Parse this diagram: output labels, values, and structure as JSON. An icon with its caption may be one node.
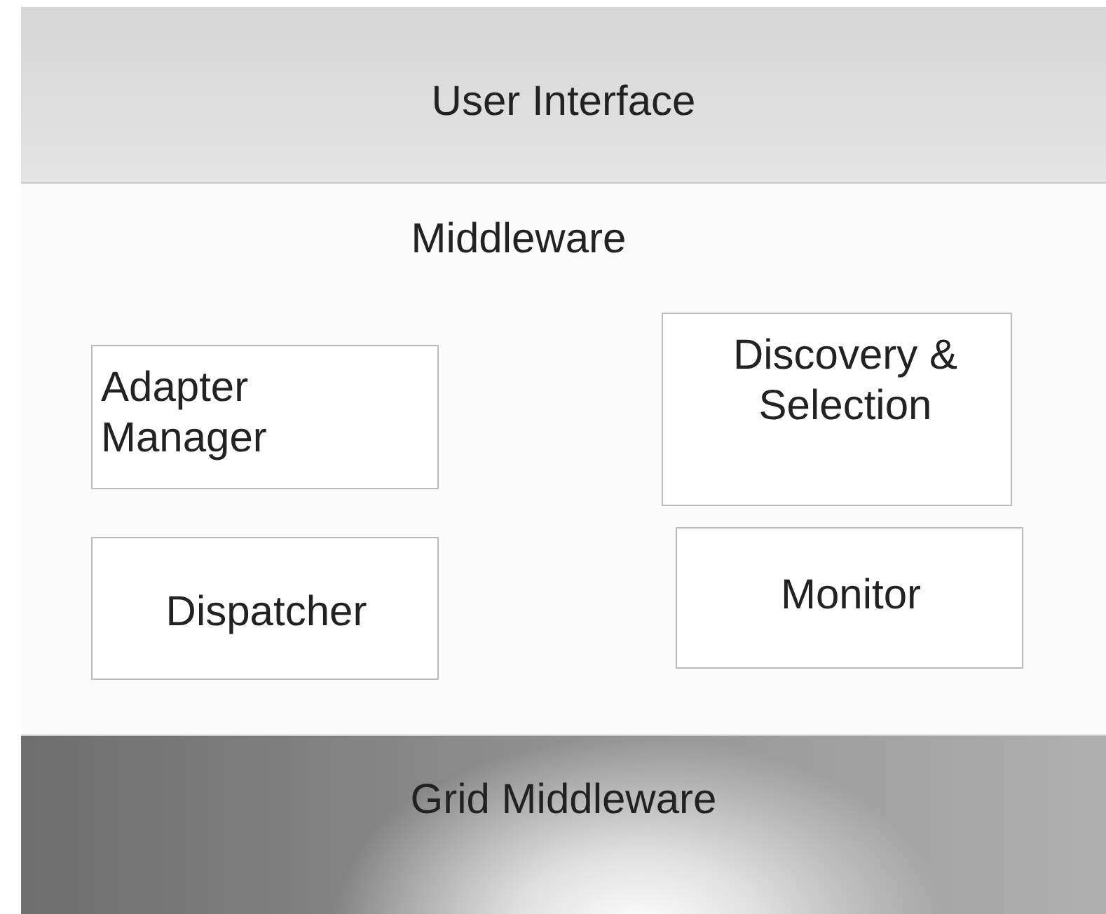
{
  "diagram": {
    "nodes": [
      {
        "text": [
          "User Interface"
        ]
      },
      {
        "text": [
          "Middleware"
        ]
      },
      {
        "text": [
          "Adapter Manager"
        ],
        "in": 1
      },
      {
        "text": [
          "Discovery & Selection"
        ],
        "in": 1
      },
      {
        "text": [
          "Dispatcher"
        ],
        "in": 1
      },
      {
        "text": [
          "Monitor"
        ],
        "in": 1
      },
      {
        "text": [
          "Grid Middleware"
        ]
      }
    ],
    "edges": []
  }
}
